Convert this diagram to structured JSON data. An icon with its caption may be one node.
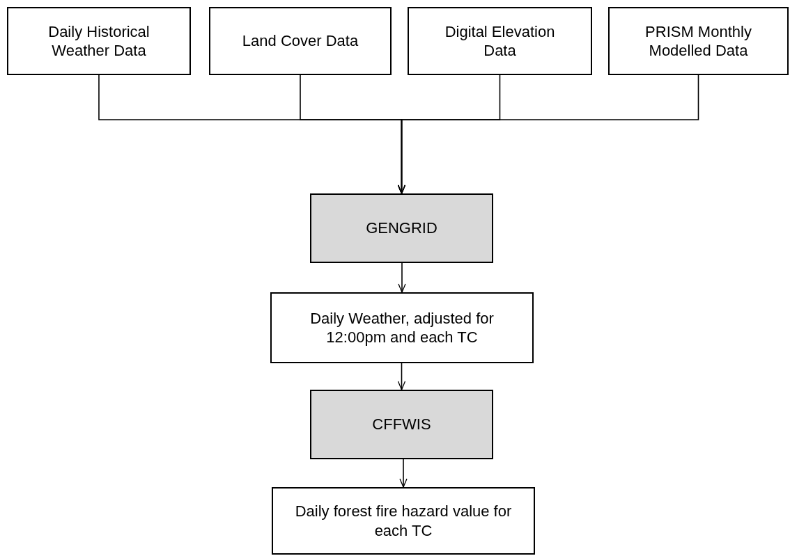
{
  "diagram": {
    "nodes": [
      {
        "text": [
          "Daily Historical Weather Data"
        ]
      },
      {
        "text": [
          "Land Cover Data"
        ]
      },
      {
        "text": [
          "Digital Elevation Data"
        ]
      },
      {
        "text": [
          "PRISM Monthly Modelled Data"
        ]
      },
      {
        "text": [
          "GENGRID"
        ]
      },
      {
        "text": [
          "Daily Weather, adjusted for 12:00pm and each TC"
        ]
      },
      {
        "text": [
          "CFFWIS"
        ]
      },
      {
        "text": [
          "Daily forest fire hazard value for each TC"
        ]
      }
    ],
    "edges": [
      {
        "from": 0,
        "to": 4,
        "arrow": "to"
      },
      {
        "from": 1,
        "to": 4,
        "arrow": "to"
      },
      {
        "from": 2,
        "to": 4,
        "arrow": "to"
      },
      {
        "from": 3,
        "to": 4,
        "arrow": "to"
      },
      {
        "from": 4,
        "to": 5,
        "arrow": "to"
      },
      {
        "from": 5,
        "to": 6,
        "arrow": "to"
      },
      {
        "from": 6,
        "to": 7,
        "arrow": "to"
      }
    ]
  }
}
